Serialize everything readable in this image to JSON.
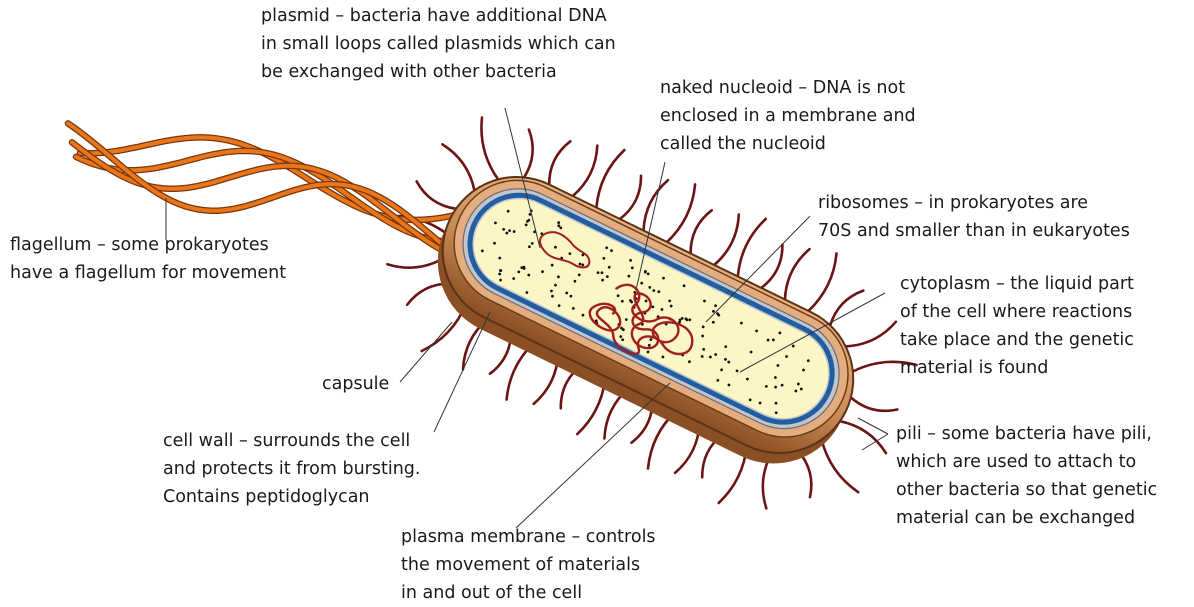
{
  "labels": {
    "plasmid": [
      "plasmid – bacteria have additional DNA",
      "in small loops called plasmids which can",
      "be exchanged with other bacteria"
    ],
    "nucleoid": [
      "naked nucleoid – DNA is not",
      "enclosed in a membrane and",
      "called the nucleoid"
    ],
    "ribosomes": [
      "ribosomes – in prokaryotes are",
      "70S and smaller than in eukaryotes"
    ],
    "cytoplasm": [
      "cytoplasm – the liquid part",
      "of the cell where reactions",
      "take place and the genetic",
      "material is found"
    ],
    "pili": [
      "pili – some bacteria have pili,",
      "which are used to attach to",
      "other bacteria so that genetic",
      "material can be exchanged"
    ],
    "flagellum": [
      "flagellum – some prokaryotes",
      "have a flagellum for movement"
    ],
    "capsule": [
      "capsule"
    ],
    "cell_wall": [
      "cell wall – surrounds the cell",
      "and protects it from bursting.",
      "Contains peptidoglycan"
    ],
    "plasma_membrane": [
      "plasma membrane – controls",
      "the movement of materials",
      "in and out of the cell"
    ]
  },
  "colors": {
    "capsule": "#c98a55",
    "capsule_dark": "#8a4f24",
    "cell_wall": "#b9b9c2",
    "membrane": "#2a6fb3",
    "cytoplasm": "#faf6c6",
    "dna": "#a01e1e",
    "pili": "#6b1414",
    "flagellum": "#e8761c",
    "ribosome": "#111111",
    "leader": "#333333"
  }
}
